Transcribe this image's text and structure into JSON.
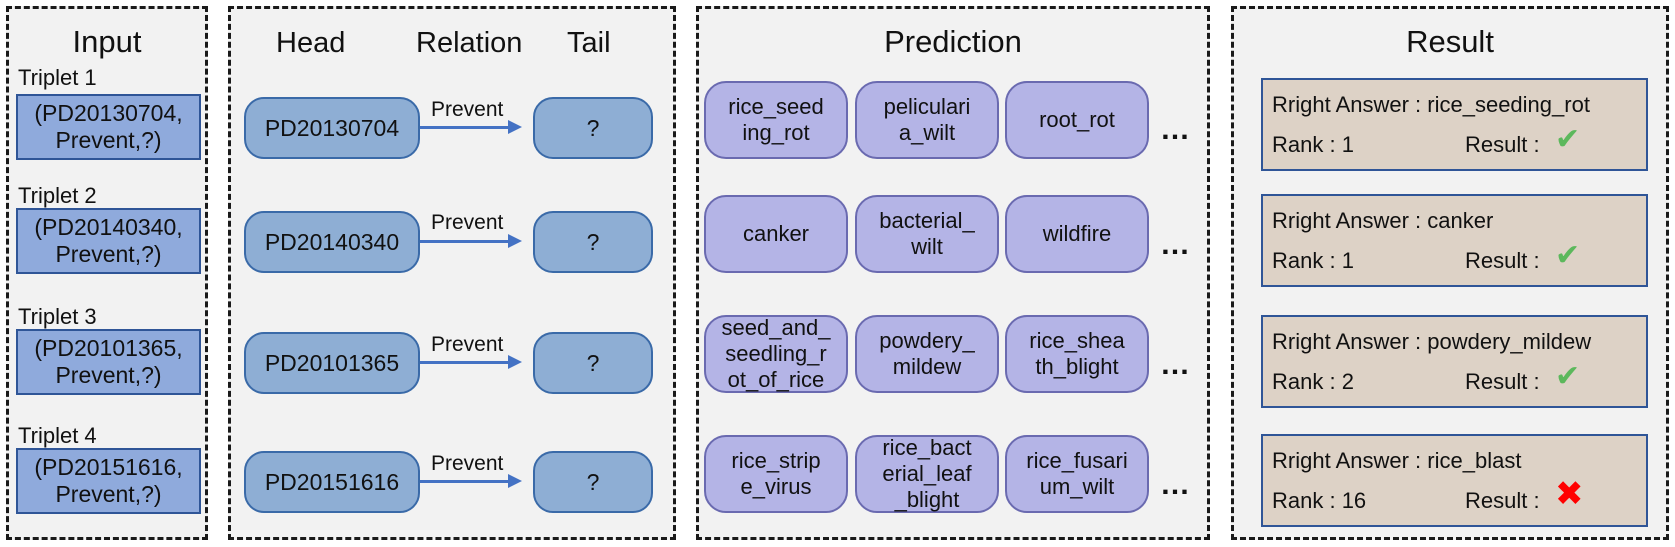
{
  "input": {
    "title": "Input",
    "triplets": [
      {
        "label": "Triplet 1",
        "text": "(PD20130704,\nPrevent,?)"
      },
      {
        "label": "Triplet 2",
        "text": "(PD20140340,\nPrevent,?)"
      },
      {
        "label": "Triplet 3",
        "text": "(PD20101365,\nPrevent,?)"
      },
      {
        "label": "Triplet 4",
        "text": "(PD20151616,\nPrevent,?)"
      }
    ]
  },
  "relations": {
    "head_title": "Head",
    "relation_title": "Relation",
    "tail_title": "Tail",
    "rows": [
      {
        "head": "PD20130704",
        "relation": "Prevent",
        "tail": "?"
      },
      {
        "head": "PD20140340",
        "relation": "Prevent",
        "tail": "?"
      },
      {
        "head": "PD20101365",
        "relation": "Prevent",
        "tail": "?"
      },
      {
        "head": "PD20151616",
        "relation": "Prevent",
        "tail": "?"
      }
    ]
  },
  "prediction": {
    "title": "Prediction",
    "rows": [
      [
        "rice_seed\ning_rot",
        "peliculari\na_wilt",
        "root_rot"
      ],
      [
        "canker",
        "bacterial_\nwilt",
        "wildfire"
      ],
      [
        "seed_and_\nseedling_r\not_of_rice",
        "powdery_\nmildew",
        "rice_shea\nth_blight"
      ],
      [
        "rice_strip\ne_virus",
        "rice_bact\nerial_leaf\n_blight",
        "rice_fusari\num_wilt"
      ]
    ],
    "ellipsis": "…"
  },
  "result": {
    "title": "Result",
    "rows": [
      {
        "answer": "Rright Answer : rice_seeding_rot",
        "rank": "Rank : 1",
        "result": "Result :",
        "mark": "✔",
        "correct": true
      },
      {
        "answer": "Rright Answer : canker",
        "rank": "Rank : 1",
        "result": "Result :",
        "mark": "✔",
        "correct": true
      },
      {
        "answer": "Rright Answer : powdery_mildew",
        "rank": "Rank : 2",
        "result": "Result :",
        "mark": "✔",
        "correct": true
      },
      {
        "answer": "Rright Answer : rice_blast",
        "rank": "Rank : 16",
        "result": "Result :",
        "mark": "✖",
        "correct": false
      }
    ]
  },
  "colors": {
    "check_icon": "#5cb85c",
    "cross_icon": "#ff0000",
    "arrow": "#4472c4",
    "node_fill": "#8eaed4",
    "prediction_fill": "#b4b4e6",
    "result_fill": "#ddd2c6"
  }
}
